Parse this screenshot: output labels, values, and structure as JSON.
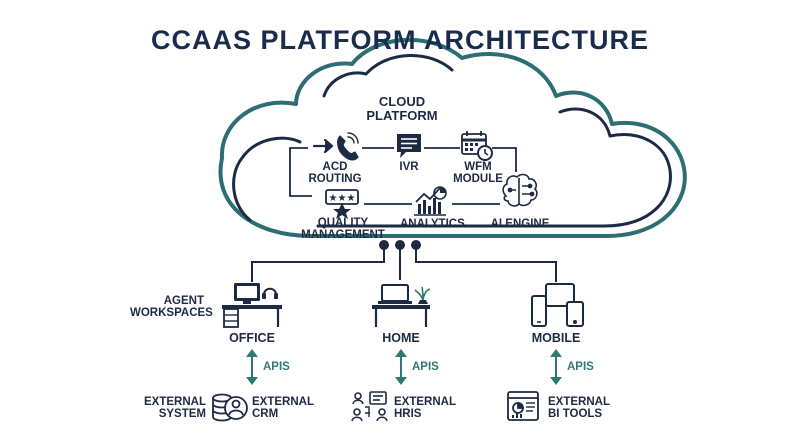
{
  "title": "CCaaS PLATFORM ARCHITECTURE",
  "cloud": {
    "label_line1": "CLOUD",
    "label_line2": "PLATFORM",
    "modules": [
      {
        "line1": "ACD",
        "line2": "ROUTING",
        "icon": "phone-routing-icon"
      },
      {
        "line1": "IVR",
        "line2": "",
        "icon": "chat-menu-icon"
      },
      {
        "line1": "WFM",
        "line2": "MODULE",
        "icon": "calendar-clock-icon"
      },
      {
        "line1": "QUALITY",
        "line2": "MANAGEMENT",
        "icon": "star-rating-icon"
      },
      {
        "line1": "ANALYTICS",
        "line2": "",
        "icon": "chart-icon"
      },
      {
        "line1": "AI ENGINE",
        "line2": "",
        "icon": "brain-icon"
      }
    ]
  },
  "agent_workspaces_line1": "AGENT",
  "agent_workspaces_line2": "WORKSPACES",
  "workspaces": [
    {
      "label": "OFFICE",
      "icon": "desk-computer-headset-icon"
    },
    {
      "label": "HOME",
      "icon": "laptop-desk-icon"
    },
    {
      "label": "MOBILE",
      "icon": "mobile-devices-icon"
    }
  ],
  "api_label": "APIs",
  "external": {
    "system_line1": "EXTERNAL",
    "system_line2": "SYSTEM",
    "crm_line1": "EXTERNAL",
    "crm_line2": "CRM",
    "hris_line1": "EXTERNAL",
    "hris_line2": "HRIS",
    "bi_line1": "EXTERNAL",
    "bi_line2": "BI TOOLS"
  },
  "colors": {
    "navy": "#1d2a44",
    "teal": "#2d6e72",
    "api_teal": "#2d7a73"
  }
}
